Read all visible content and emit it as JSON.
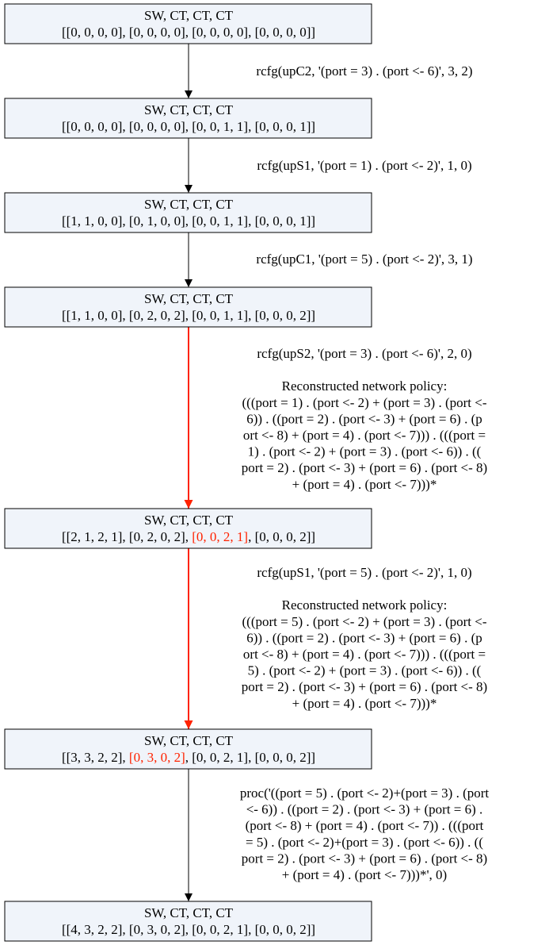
{
  "colors": {
    "node_fill": "#f0f4fa",
    "node_border": "#000000",
    "edge_default": "#000000",
    "highlight": "#ff2200"
  },
  "nodes": [
    {
      "header": "SW, CT, CT, CT",
      "state": [
        {
          "text": "[[0, 0, 0, 0]"
        },
        {
          "text": ", "
        },
        {
          "text": "[0, 0, 0, 0]"
        },
        {
          "text": ", "
        },
        {
          "text": "[0, 0, 0, 0]"
        },
        {
          "text": ", "
        },
        {
          "text": "[0, 0, 0, 0]]"
        }
      ]
    },
    {
      "header": "SW, CT, CT, CT",
      "state": [
        {
          "text": "[[0, 0, 0, 0]"
        },
        {
          "text": ", "
        },
        {
          "text": "[0, 0, 0, 0]"
        },
        {
          "text": ", "
        },
        {
          "text": "[0, 0, 1, 1]"
        },
        {
          "text": ", "
        },
        {
          "text": "[0, 0, 0, 1]]"
        }
      ]
    },
    {
      "header": "SW, CT, CT, CT",
      "state": [
        {
          "text": "[[1, 1, 0, 0]"
        },
        {
          "text": ", "
        },
        {
          "text": "[0, 1, 0, 0]"
        },
        {
          "text": ", "
        },
        {
          "text": "[0, 0, 1, 1]"
        },
        {
          "text": ", "
        },
        {
          "text": "[0, 0, 0, 1]]"
        }
      ]
    },
    {
      "header": "SW, CT, CT, CT",
      "state": [
        {
          "text": "[[1, 1, 0, 0]"
        },
        {
          "text": ", "
        },
        {
          "text": "[0, 2, 0, 2]"
        },
        {
          "text": ", "
        },
        {
          "text": "[0, 0, 1, 1]"
        },
        {
          "text": ", "
        },
        {
          "text": "[0, 0, 0, 2]]"
        }
      ]
    },
    {
      "header": "SW, CT, CT, CT",
      "state": [
        {
          "text": "[[2, 1, 2, 1]"
        },
        {
          "text": ", "
        },
        {
          "text": "[0, 2, 0, 2]"
        },
        {
          "text": ", "
        },
        {
          "text": "[0, 0, 2, 1]",
          "highlight": true
        },
        {
          "text": ", "
        },
        {
          "text": "[0, 0, 0, 2]]"
        }
      ]
    },
    {
      "header": "SW, CT, CT, CT",
      "state": [
        {
          "text": "[[3, 3, 2, 2]"
        },
        {
          "text": ", "
        },
        {
          "text": "[0, 3, 0, 2]",
          "highlight": true
        },
        {
          "text": ", "
        },
        {
          "text": "[0, 0, 2, 1]"
        },
        {
          "text": ", "
        },
        {
          "text": "[0, 0, 0, 2]]"
        }
      ]
    },
    {
      "header": "SW, CT, CT, CT",
      "state": [
        {
          "text": "[[4, 3, 2, 2]"
        },
        {
          "text": ", "
        },
        {
          "text": "[0, 3, 0, 2]"
        },
        {
          "text": ", "
        },
        {
          "text": "[0, 0, 2, 1]"
        },
        {
          "text": ", "
        },
        {
          "text": "[0, 0, 0, 2]]"
        }
      ]
    }
  ],
  "edges": [
    {
      "from": 0,
      "to": 1,
      "highlight": false,
      "label": [
        "rcfg(upC2, '(port = 3) . (port <- 6)', 3, 2)"
      ]
    },
    {
      "from": 1,
      "to": 2,
      "highlight": false,
      "label": [
        "rcfg(upS1, '(port = 1) . (port <- 2)', 1, 0)"
      ]
    },
    {
      "from": 2,
      "to": 3,
      "highlight": false,
      "label": [
        "rcfg(upC1, '(port = 5) . (port <- 2)', 3, 1)"
      ]
    },
    {
      "from": 3,
      "to": 4,
      "highlight": true,
      "label": [
        "rcfg(upS2, '(port = 3) . (port <- 6)', 2, 0)",
        "",
        "Reconstructed network policy:",
        "(((port = 1) . (port <- 2) + (port = 3) . (port <-",
        "6)) . ((port = 2) . (port <- 3) + (port = 6) . (p",
        "ort <- 8) + (port = 4) . (port <- 7))) . (((port =",
        "1) . (port <- 2) + (port = 3) . (port <- 6)) . ((",
        "port = 2) . (port <- 3) + (port = 6) . (port <- 8)",
        "+ (port = 4) . (port <- 7)))*"
      ]
    },
    {
      "from": 4,
      "to": 5,
      "highlight": true,
      "label": [
        "rcfg(upS1, '(port = 5) . (port <- 2)', 1, 0)",
        "",
        "Reconstructed network policy:",
        "(((port = 5) . (port <- 2) + (port = 3) . (port <-",
        "6)) . ((port = 2) . (port <- 3) + (port = 6) . (p",
        "ort <- 8) + (port = 4) . (port <- 7))) . (((port =",
        "5) . (port <- 2) + (port = 3) . (port <- 6)) . ((",
        "port = 2) . (port <- 3) + (port = 6) . (port <- 8)",
        "+ (port = 4) . (port <- 7)))*"
      ]
    },
    {
      "from": 5,
      "to": 6,
      "highlight": false,
      "label": [
        "proc('((port = 5) . (port <- 2)+(port = 3) . (port",
        "<- 6)) . ((port = 2) . (port <- 3) + (port = 6) .",
        "(port <- 8) + (port = 4) . (port <- 7)) . (((port",
        "= 5) . (port <- 2)+(port = 3) . (port <- 6)) . ((",
        "port = 2) . (port <- 3) + (port = 6) . (port <- 8)",
        "+ (port = 4) . (port <- 7)))*', 0)"
      ]
    }
  ]
}
